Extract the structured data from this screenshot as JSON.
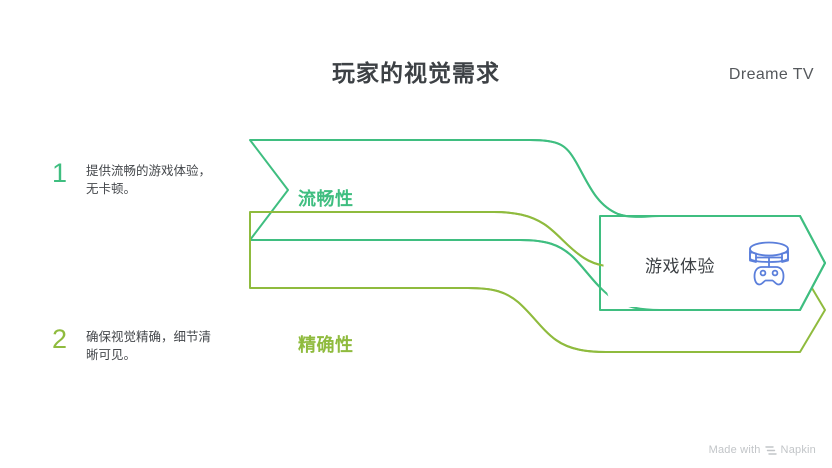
{
  "header": {
    "title": "玩家的视觉需求",
    "brand": "Dreame TV"
  },
  "list": {
    "items": [
      {
        "index": "1",
        "text": "提供流畅的游戏体验，无卡顿。",
        "color": "#3fbe80"
      },
      {
        "index": "2",
        "text": "确保视觉精确，细节清晰可见。",
        "color": "#8fbb3e"
      }
    ]
  },
  "bands": [
    {
      "label": "流畅性",
      "color": "#3fbe80"
    },
    {
      "label": "精确性",
      "color": "#8fbb3e"
    }
  ],
  "outcome": {
    "label": "游戏体验",
    "icon": "vr-headset-gamepad-icon",
    "icon_color": "#5b7fdb",
    "border_color": "#3fbe80"
  },
  "footer": {
    "made_with": "Made with",
    "product": "Napkin",
    "mark": "napkin-logo-icon"
  },
  "colors": {
    "background": "#ffffff",
    "title": "#3d4145",
    "body_text": "#45484c",
    "green": "#3fbe80",
    "olive": "#8fbb3e",
    "blue": "#5b7fdb",
    "watermark": "#c2c5c8"
  }
}
